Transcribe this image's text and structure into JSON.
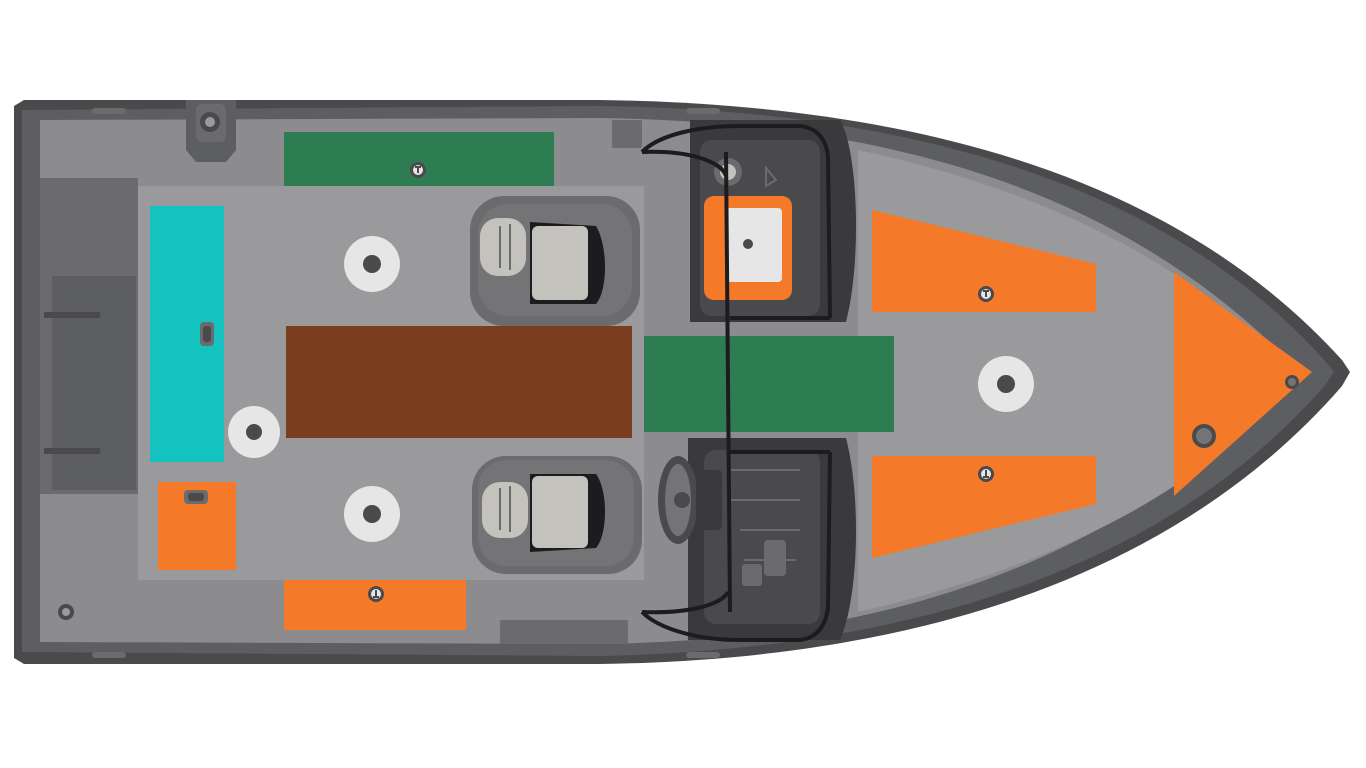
{
  "diagram": {
    "subject": "boat-deck-layout-top-view",
    "orientation": "bow-right"
  },
  "colors": {
    "background": "#ffffff",
    "hull_outline": "#4a4a4d",
    "gunwale": "#5d5e61",
    "deck": "#8c8c8e",
    "deck_inner": "#9a9a9c",
    "shadow": "#6b6b6e",
    "green_storage": "#2e7d52",
    "orange_storage": "#f47a2a",
    "teal_livewell": "#14c2c0",
    "brown_floor": "#7a3e1e",
    "seat_base": "#747476",
    "seat_cushion": "#c4c2bc",
    "console": "#3a3a3c",
    "windshield_frame": "#1c1c1e",
    "pedestal_ring": "#e6e6e6",
    "latch": "#3a3a3c"
  },
  "zones": [
    {
      "id": "aft-port-rod-locker",
      "kind": "storage",
      "color_key": "green_storage"
    },
    {
      "id": "aft-livewell",
      "kind": "livewell",
      "color_key": "teal_livewell"
    },
    {
      "id": "aft-starboard-storage",
      "kind": "storage",
      "color_key": "orange_storage"
    },
    {
      "id": "starboard-side-storage",
      "kind": "storage",
      "color_key": "orange_storage"
    },
    {
      "id": "center-floor",
      "kind": "floor",
      "color_key": "brown_floor"
    },
    {
      "id": "walkthrough-floor",
      "kind": "storage",
      "color_key": "green_storage"
    },
    {
      "id": "bow-port-storage",
      "kind": "storage",
      "color_key": "orange_storage"
    },
    {
      "id": "bow-starboard-storage",
      "kind": "storage",
      "color_key": "orange_storage"
    },
    {
      "id": "bow-tip-storage",
      "kind": "storage",
      "color_key": "orange_storage"
    }
  ],
  "pedestals": [
    "aft-port-pedestal",
    "aft-starboard-pedestal",
    "mid-port-pedestal",
    "mid-starboard-pedestal",
    "bow-pedestal"
  ],
  "seats": [
    "port-seat",
    "starboard-seat"
  ],
  "consoles": [
    "port-console",
    "starboard-console"
  ],
  "icons": [
    "latch-icon",
    "steering-wheel-icon",
    "cleat-icon",
    "drain-plug-icon"
  ]
}
